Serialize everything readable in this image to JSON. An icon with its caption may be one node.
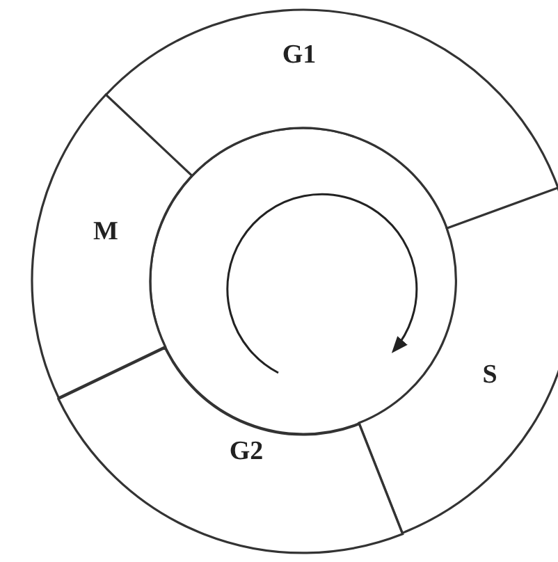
{
  "diagram": {
    "nodes": [
      {
        "text": [
          "G1"
        ]
      },
      {
        "text": [
          "S"
        ]
      },
      {
        "text": [
          "G2"
        ]
      },
      {
        "text": [
          "M"
        ]
      }
    ]
  }
}
